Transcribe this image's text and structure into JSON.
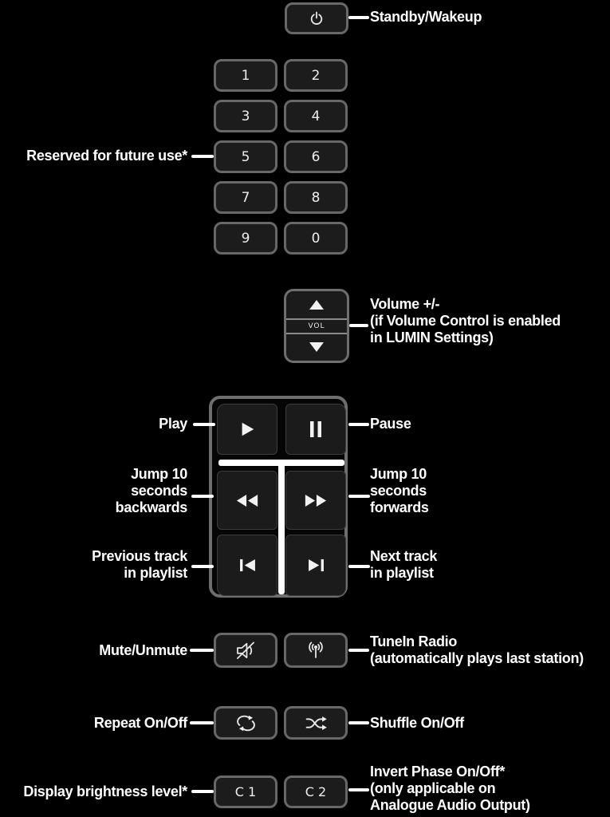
{
  "colors": {
    "background": "#000000",
    "button_fill": "#1c1c1c",
    "button_border": "#686868",
    "label_text": "#ffffff",
    "icon": "#f0f0f0",
    "divider_white": "#ffffff"
  },
  "icons": {
    "standby": "power-icon",
    "volume_up": "triangle-up-icon",
    "volume_down": "triangle-down-icon",
    "play": "play-icon",
    "pause": "pause-icon",
    "jump_back": "rewind-icon",
    "jump_fwd": "fast-forward-icon",
    "prev": "previous-track-icon",
    "next": "next-track-icon",
    "mute": "speaker-muted-icon",
    "tunein": "broadcast-antenna-icon",
    "repeat": "repeat-loop-icon",
    "shuffle": "shuffle-icon"
  },
  "standby": {
    "label": "Standby/Wakeup"
  },
  "numpad": {
    "note": "Reserved for future use*",
    "keys": [
      "1",
      "2",
      "3",
      "4",
      "5",
      "6",
      "7",
      "8",
      "9",
      "0"
    ]
  },
  "volume": {
    "vol": "VOL",
    "lines": [
      "Volume +/-",
      "(if Volume Control is enabled",
      "in LUMIN Settings)"
    ]
  },
  "transport": {
    "play_label": "Play",
    "pause_label": "Pause",
    "jump_back_lines": [
      "Jump 10",
      "seconds",
      "backwards"
    ],
    "jump_fwd_lines": [
      "Jump 10",
      "seconds",
      "forwards"
    ],
    "prev_lines": [
      "Previous track",
      "in playlist"
    ],
    "next_lines": [
      "Next track",
      "in playlist"
    ]
  },
  "row_mute": {
    "left_label": "Mute/Unmute",
    "right_lines": [
      "TuneIn Radio",
      "(automatically plays last station)"
    ]
  },
  "row_repeat": {
    "left_label": "Repeat On/Off",
    "right_label": "Shuffle On/Off"
  },
  "row_c": {
    "left_label": "Display brightness level*",
    "c1": "C 1",
    "c2": "C 2",
    "right_lines": [
      "Invert Phase On/Off*",
      "(only applicable on",
      "Analogue Audio Output)"
    ]
  }
}
